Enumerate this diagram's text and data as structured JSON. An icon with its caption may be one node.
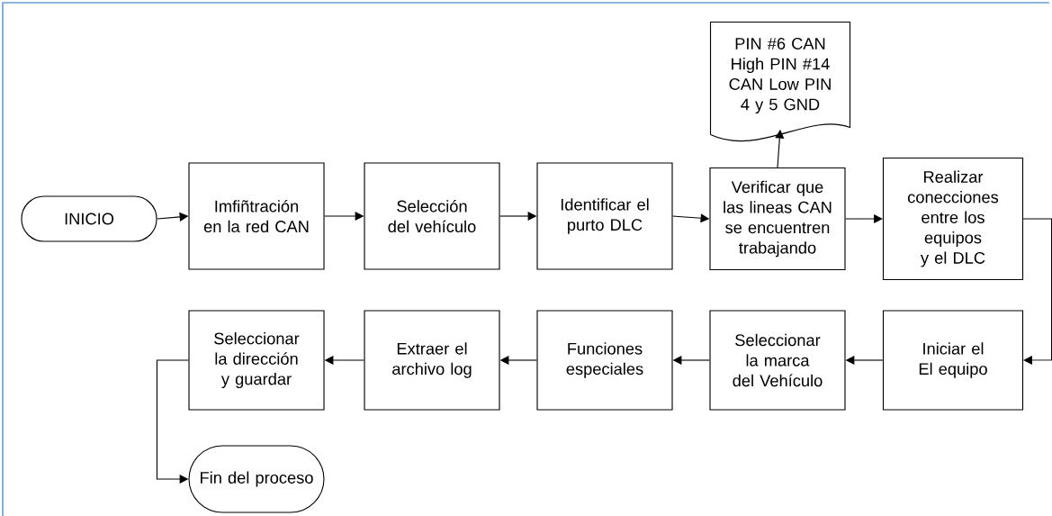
{
  "diagram": {
    "nodes": [
      {
        "text": [
          "INICIO"
        ]
      },
      {
        "text": [
          "Imfiñtración en la red CAN"
        ]
      },
      {
        "text": [
          "Selección del vehículo"
        ]
      },
      {
        "text": [
          "Identificar el purto DLC"
        ]
      },
      {
        "text": [
          "Verificar que las lineas CAN se encuentren trabajando"
        ]
      },
      {
        "text": [
          "PIN #6 CAN High PIN #14 CAN Low PIN 4 y 5 GND"
        ]
      },
      {
        "text": [
          "Realizar conecciones entre los equipos y el DLC"
        ]
      },
      {
        "text": [
          "Seleccionar la dirección y guardar"
        ]
      },
      {
        "text": [
          "Extraer el archivo log"
        ]
      },
      {
        "text": [
          "Funciones especiales"
        ]
      },
      {
        "text": [
          "Seleccionar la marca del Vehículo"
        ]
      },
      {
        "text": [
          "Iniciar el El equipo"
        ]
      },
      {
        "text": [
          "Fin del proceso"
        ]
      }
    ],
    "edges": [
      {
        "from": 0,
        "to": 1,
        "arrow": "to"
      },
      {
        "from": 1,
        "to": 2,
        "arrow": "to"
      },
      {
        "from": 2,
        "to": 3,
        "arrow": "to"
      },
      {
        "from": 3,
        "to": 4,
        "arrow": "to"
      },
      {
        "from": 4,
        "to": 5,
        "arrow": "to"
      },
      {
        "from": 4,
        "to": 6,
        "arrow": "to"
      },
      {
        "from": 6,
        "to": 11,
        "arrow": "to"
      },
      {
        "from": 11,
        "to": 10,
        "arrow": "to"
      },
      {
        "from": 10,
        "to": 9,
        "arrow": "to"
      },
      {
        "from": 9,
        "to": 8,
        "arrow": "to"
      },
      {
        "from": 8,
        "to": 7,
        "arrow": "to"
      },
      {
        "from": 7,
        "to": 12,
        "arrow": "to"
      }
    ]
  }
}
